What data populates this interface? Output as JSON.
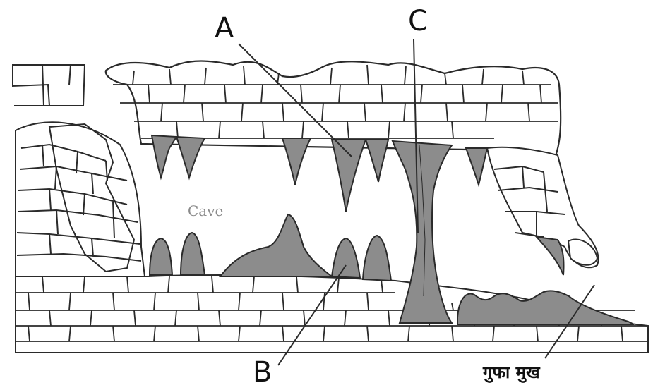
{
  "labels": {
    "a": "A",
    "b": "B",
    "c": "C",
    "cave": "Cave",
    "cave_mouth": "गुफा मुख"
  },
  "colors": {
    "rock_line": "#2a2a2a",
    "formation_fill": "#8c8c8c",
    "background": "#ffffff"
  }
}
